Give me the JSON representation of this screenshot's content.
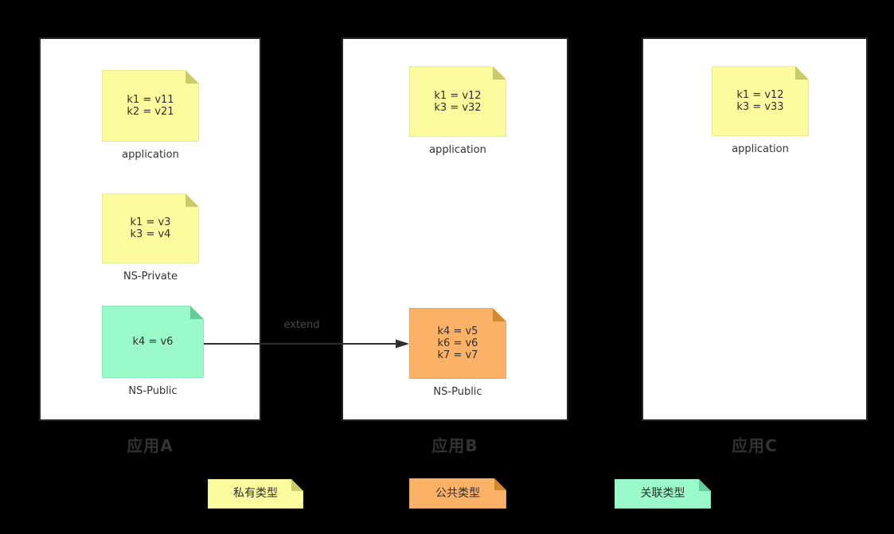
{
  "colors": {
    "background": "#000000",
    "panel_fill": "#ffffff",
    "panel_border": "#262626",
    "note_private_fill": "#fcfc9e",
    "note_private_fold": "#cbcb6b",
    "note_public_fill": "#fbb266",
    "note_public_fold": "#d3892d",
    "note_associated_fill": "#9afac9",
    "note_associated_fold": "#66cc99",
    "note_text": "#2f2f2f",
    "title_text": "#333333",
    "arrow": "#2e2e2e",
    "arrow_label_text": "#4a4a4a"
  },
  "panels": [
    {
      "title": "应用A",
      "notes": [
        {
          "type": "private",
          "label": "application",
          "lines": [
            "k1 = v11",
            "k2 = v21"
          ]
        },
        {
          "type": "private",
          "label": "NS-Private",
          "lines": [
            "k1 = v3",
            "k3 = v4"
          ]
        },
        {
          "type": "associated",
          "label": "NS-Public",
          "lines": [
            "k4 = v6"
          ]
        }
      ]
    },
    {
      "title": "应用B",
      "notes": [
        {
          "type": "private",
          "label": "application",
          "lines": [
            "k1 = v12",
            "k3 = v32"
          ]
        },
        {
          "type": "public",
          "label": "NS-Public",
          "lines": [
            "k4 = v5",
            "k6 = v6",
            "k7 = v7"
          ]
        }
      ]
    },
    {
      "title": "应用C",
      "notes": [
        {
          "type": "private",
          "label": "application",
          "lines": [
            "k1 = v12",
            "k3 = v33"
          ]
        }
      ]
    }
  ],
  "arrow": {
    "label": "extend"
  },
  "legend": [
    {
      "type": "private",
      "label": "私有类型"
    },
    {
      "type": "public",
      "label": "公共类型"
    },
    {
      "type": "associated",
      "label": "关联类型"
    }
  ]
}
